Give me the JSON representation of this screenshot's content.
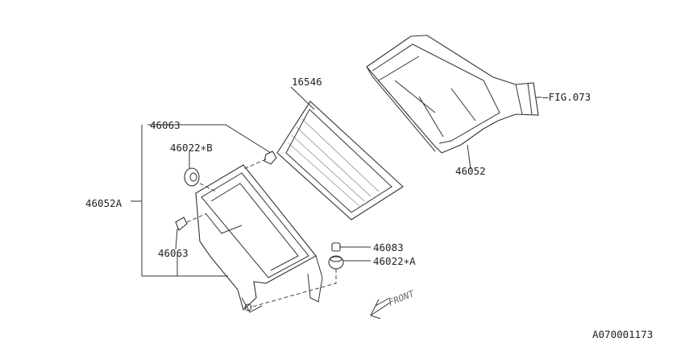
{
  "labels": {
    "filter": "16546",
    "clip_upper": "46063",
    "grommet_b": "46022∗B",
    "case_lower": "46052A",
    "clip_lower": "46063",
    "cap": "46083",
    "grommet_a": "46022∗A",
    "case_upper": "46052",
    "fig_ref": "—FIG.073",
    "front": "FRONT",
    "diagram_id": "A070001173"
  }
}
